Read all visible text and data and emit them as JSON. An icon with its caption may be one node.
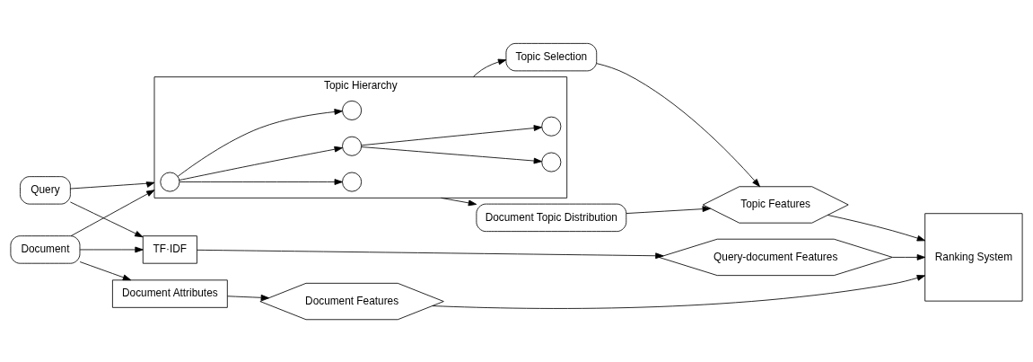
{
  "diagram": {
    "nodes": [
      {
        "text": [
          "Query"
        ]
      },
      {
        "text": [
          "Document"
        ]
      },
      {
        "text": [
          "TF·IDF"
        ]
      },
      {
        "text": [
          "Topic Hierarchy"
        ]
      },
      {
        "text": [],
        "shape": "circle",
        "in": 3
      },
      {
        "text": [],
        "shape": "circle",
        "in": 3
      },
      {
        "text": [],
        "shape": "circle",
        "in": 3
      },
      {
        "text": [],
        "shape": "circle",
        "in": 3
      },
      {
        "text": [],
        "shape": "circle",
        "in": 3
      },
      {
        "text": [],
        "shape": "circle",
        "in": 3
      },
      {
        "text": [
          "Document Attributes"
        ]
      },
      {
        "text": [
          "Topic Selection"
        ]
      },
      {
        "text": [
          "Document Topic Distribution"
        ]
      },
      {
        "text": [
          "Query-document Features"
        ]
      },
      {
        "text": [
          "Topic Features"
        ]
      },
      {
        "text": [
          "Document Features"
        ]
      },
      {
        "text": [
          "Ranking System"
        ]
      }
    ],
    "edges": [
      {
        "from": 0,
        "to": 2,
        "arrow": "to"
      },
      {
        "from": 0,
        "to": 3,
        "arrow": "to"
      },
      {
        "from": 1,
        "to": 2,
        "arrow": "to"
      },
      {
        "from": 1,
        "to": 3,
        "arrow": "to"
      },
      {
        "from": 1,
        "to": 10,
        "arrow": "to"
      },
      {
        "from": 4,
        "to": 5,
        "arrow": "to"
      },
      {
        "from": 4,
        "to": 6,
        "arrow": "to"
      },
      {
        "from": 4,
        "to": 7,
        "arrow": "to"
      },
      {
        "from": 6,
        "to": 8,
        "arrow": "to"
      },
      {
        "from": 6,
        "to": 9,
        "arrow": "to"
      },
      {
        "from": 2,
        "to": 13,
        "arrow": "to"
      },
      {
        "from": 3,
        "to": 11,
        "arrow": "to"
      },
      {
        "from": 3,
        "to": 12,
        "arrow": "to"
      },
      {
        "from": 11,
        "to": 14,
        "arrow": "to"
      },
      {
        "from": 12,
        "to": 14,
        "arrow": "to"
      },
      {
        "from": 10,
        "to": 15,
        "arrow": "to"
      },
      {
        "from": 13,
        "to": 16,
        "arrow": "to"
      },
      {
        "from": 14,
        "to": 16,
        "arrow": "to"
      },
      {
        "from": 15,
        "to": 16,
        "arrow": "to"
      }
    ]
  }
}
